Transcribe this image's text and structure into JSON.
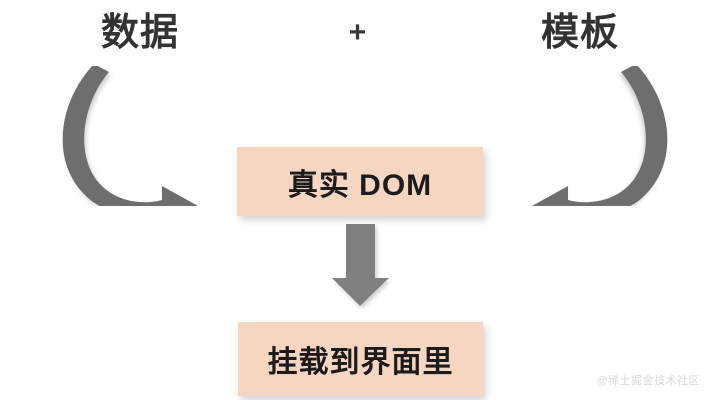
{
  "diagram": {
    "title_row": {
      "left_label": "数据",
      "operator": "+",
      "right_label": "模板"
    },
    "boxes": [
      {
        "id": "real-dom",
        "label": "真实 DOM"
      },
      {
        "id": "mount",
        "label": "挂载到界面里"
      }
    ],
    "arrows": [
      {
        "name": "curved-arrow-left",
        "direction": "clockwise-down-right"
      },
      {
        "name": "curved-arrow-right",
        "direction": "counterclockwise-down-left"
      },
      {
        "name": "down-arrow",
        "direction": "down"
      }
    ],
    "watermark": "@稀土掘金技术社区",
    "colors": {
      "box_fill": "#f7d6c1",
      "arrow_gray": "#6e6e6e",
      "heading_text": "#333333",
      "box_text": "#1c1c1c",
      "background": "#ffffff",
      "watermark_text": "#d9d9d9"
    }
  }
}
